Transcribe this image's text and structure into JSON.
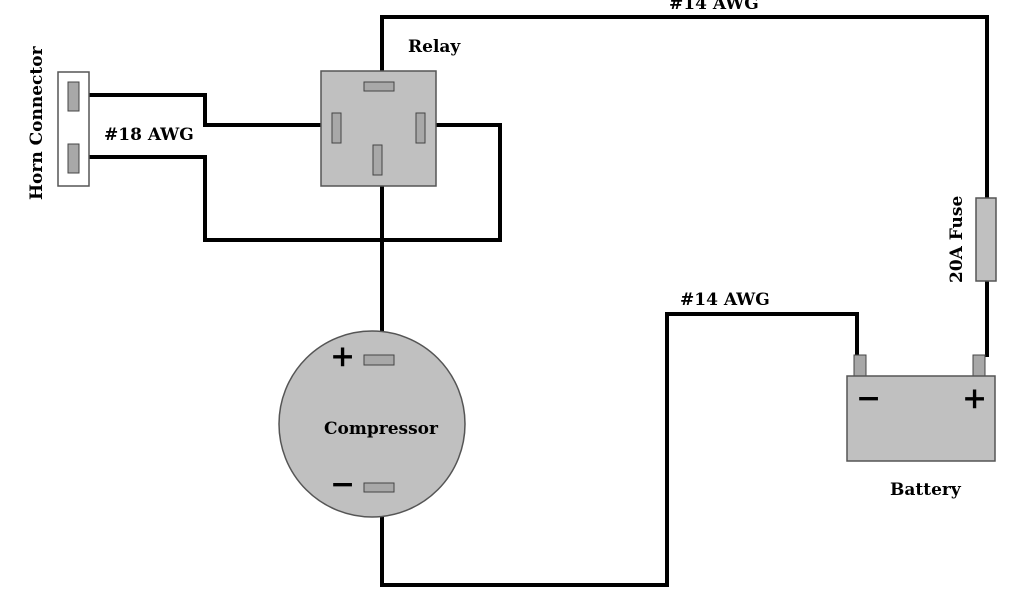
{
  "labels": {
    "horn_connector": "Horn Connector",
    "relay": "Relay",
    "wire_18awg": "#18 AWG",
    "wire_14awg_top": "#14 AWG",
    "wire_14awg_bottom": "#14 AWG",
    "fuse": "20A Fuse",
    "compressor": "Compressor",
    "battery": "Battery",
    "compressor_plus": "+",
    "compressor_minus": "−",
    "battery_minus": "−",
    "battery_plus": "+"
  },
  "colors": {
    "wire": "#000000",
    "component_fill": "#c0c0c0",
    "terminal_fill": "#a8a8a8",
    "outline": "#555555"
  }
}
